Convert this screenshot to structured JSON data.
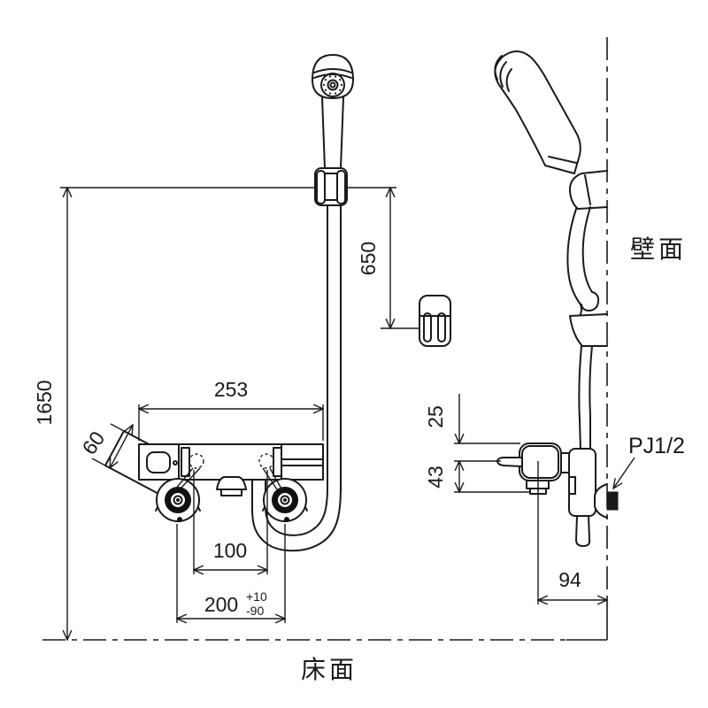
{
  "labels": {
    "wall": "壁面",
    "floor": "床面",
    "connection": "PJ1/2"
  },
  "dimensions": {
    "holder_height_from_floor": "1650",
    "holder_spacing": "650",
    "body_width": "253",
    "handle_size": "60",
    "pipe_pitch_min": "100",
    "pipe_pitch": "200",
    "pipe_pitch_tol_plus": "+10",
    "pipe_pitch_tol_minus": "-90",
    "top_to_lever": "25",
    "lever_to_outlet": "43",
    "wall_to_center": "94"
  }
}
